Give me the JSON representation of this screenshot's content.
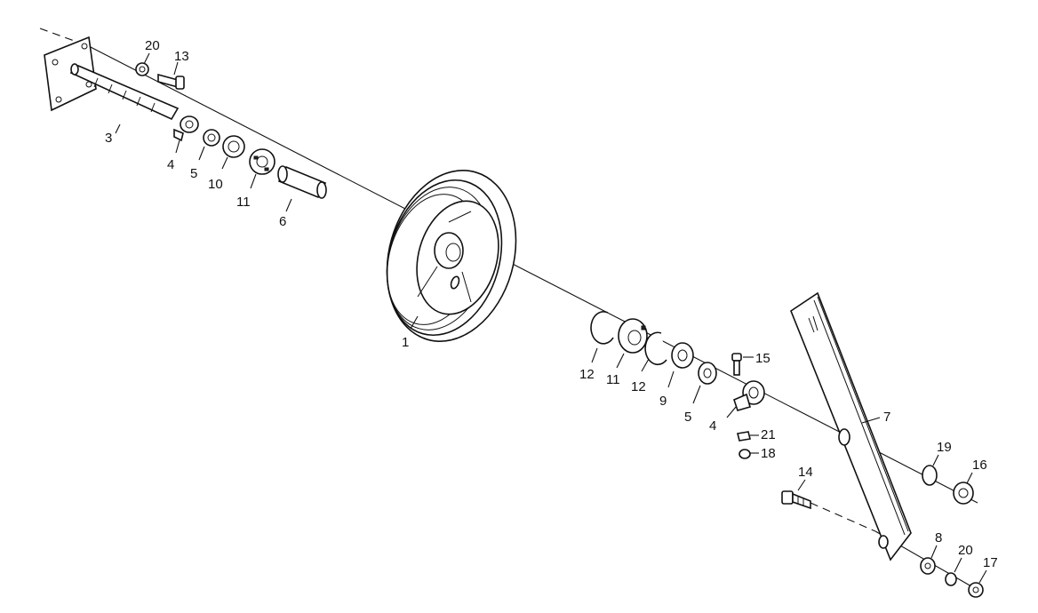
{
  "labels": [
    {
      "id": "l20a",
      "text": "20"
    },
    {
      "id": "l13",
      "text": "13"
    },
    {
      "id": "l3",
      "text": "3"
    },
    {
      "id": "l4a",
      "text": "4"
    },
    {
      "id": "l5a",
      "text": "5"
    },
    {
      "id": "l10",
      "text": "10"
    },
    {
      "id": "l11a",
      "text": "11"
    },
    {
      "id": "l6",
      "text": "6"
    },
    {
      "id": "l1",
      "text": "1"
    },
    {
      "id": "l12a",
      "text": "12"
    },
    {
      "id": "l11b",
      "text": "11"
    },
    {
      "id": "l12b",
      "text": "12"
    },
    {
      "id": "l9",
      "text": "9"
    },
    {
      "id": "l5b",
      "text": "5"
    },
    {
      "id": "l15",
      "text": "15"
    },
    {
      "id": "l4b",
      "text": "4"
    },
    {
      "id": "l21",
      "text": "21"
    },
    {
      "id": "l18",
      "text": "18"
    },
    {
      "id": "l7",
      "text": "7"
    },
    {
      "id": "l19",
      "text": "19"
    },
    {
      "id": "l16",
      "text": "16"
    },
    {
      "id": "l14",
      "text": "14"
    },
    {
      "id": "l8",
      "text": "8"
    },
    {
      "id": "l20b",
      "text": "20"
    },
    {
      "id": "l17",
      "text": "17"
    }
  ]
}
